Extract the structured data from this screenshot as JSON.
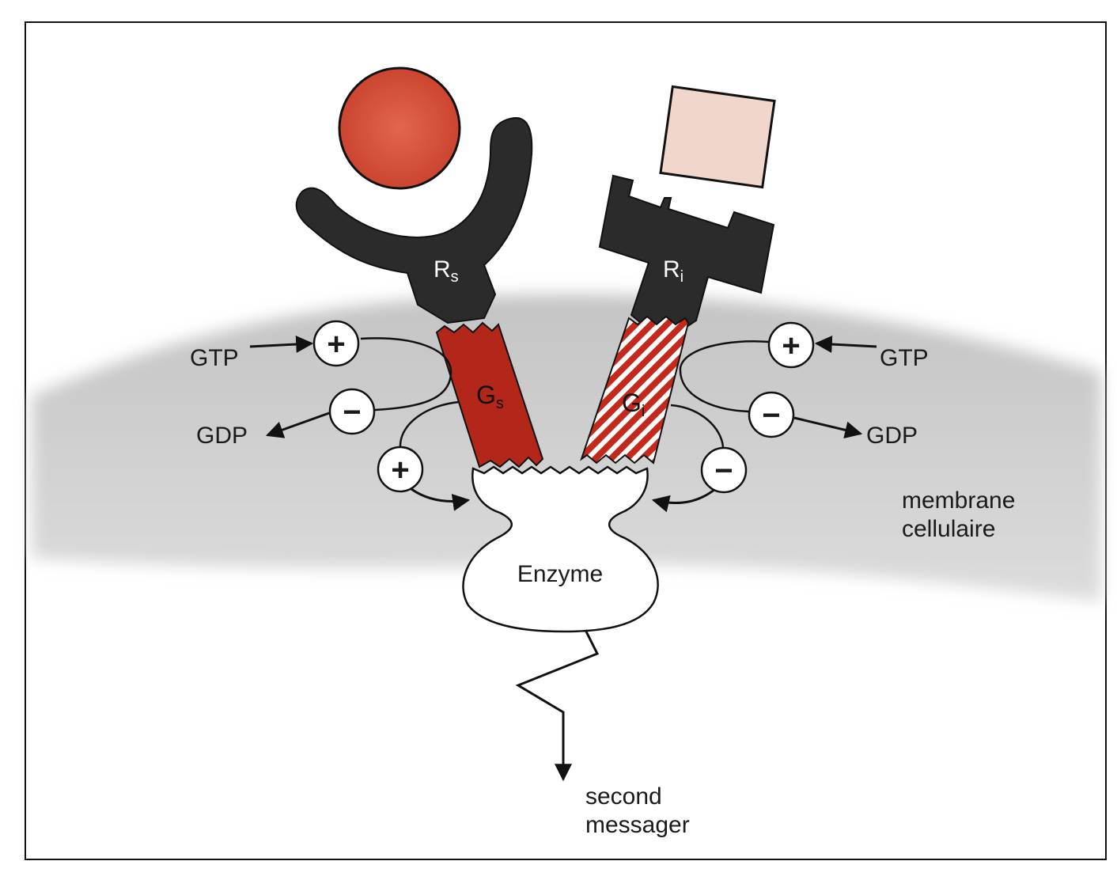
{
  "labels": {
    "rs_main": "R",
    "rs_sub": "s",
    "ri_main": "R",
    "ri_sub": "i",
    "gs_main": "G",
    "gs_sub": "s",
    "gi_main": "G",
    "gi_sub": "i",
    "gtp_left": "GTP",
    "gdp_left": "GDP",
    "gtp_right": "GTP",
    "gdp_right": "GDP",
    "enzyme": "Enzyme",
    "membrane_line1": "membrane",
    "membrane_line2": "cellulaire",
    "second_line1": "second",
    "second_line2": "messager"
  },
  "symbols": {
    "plus": "+",
    "minus": "−"
  },
  "colors": {
    "receptor": "#2b2b2b",
    "g_protein_red": "#b3261a",
    "ligand_circle": "#d9553f",
    "ligand_square": "#f2d8cf",
    "membrane": "#cfcfcf",
    "frame": "#111111"
  }
}
